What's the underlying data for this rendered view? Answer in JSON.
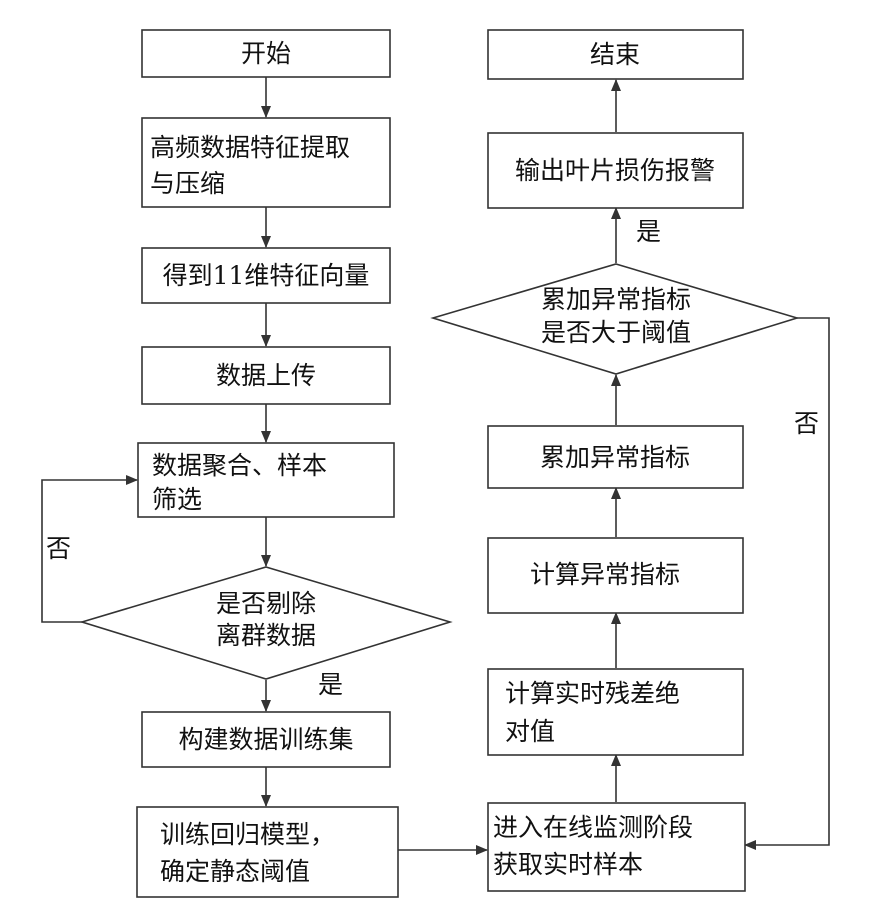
{
  "nodes": {
    "start": {
      "lines": [
        "开始"
      ]
    },
    "extract": {
      "lines": [
        "高频数据特征提取",
        "与压缩"
      ]
    },
    "vector": {
      "lines": [
        "得到11维特征向量"
      ]
    },
    "upload": {
      "lines": [
        "数据上传"
      ]
    },
    "aggregate": {
      "lines": [
        "数据聚合、样本",
        "筛选"
      ]
    },
    "outlier": {
      "lines": [
        "是否剔除",
        "离群数据"
      ]
    },
    "trainset": {
      "lines": [
        "构建数据训练集"
      ]
    },
    "train": {
      "lines": [
        "训练回归模型，",
        "确定静态阈值"
      ]
    },
    "online": {
      "lines": [
        "进入在线监测阶段",
        "获取实时样本"
      ]
    },
    "residual": {
      "lines": [
        "计算实时残差绝",
        "对值"
      ]
    },
    "calc_index": {
      "lines": [
        "计算异常指标"
      ]
    },
    "accum_index": {
      "lines": [
        "累加异常指标"
      ]
    },
    "threshold": {
      "lines": [
        "累加异常指标",
        "是否大于阈值"
      ]
    },
    "alarm": {
      "lines": [
        "输出叶片损伤报警"
      ]
    },
    "end": {
      "lines": [
        "结束"
      ]
    }
  },
  "edge_labels": {
    "outlier_no": "否",
    "outlier_yes": "是",
    "threshold_yes": "是",
    "threshold_no": "否"
  }
}
